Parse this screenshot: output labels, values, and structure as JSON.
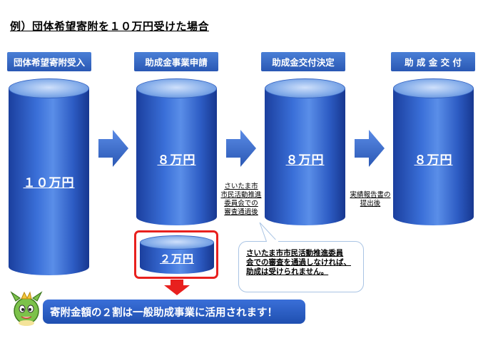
{
  "title": "例）団体希望寄附を１０万円受けた場合",
  "stages": [
    {
      "label": "団体希望寄附受入",
      "amount": "１０万円"
    },
    {
      "label": "助成金事業申請",
      "amount": "８万円"
    },
    {
      "label": "助成金交付決定",
      "amount": "８万円"
    },
    {
      "label": "助 成 金 交 付",
      "amount": "８万円"
    }
  ],
  "split_amount": "２万円",
  "notes": {
    "committee_review": [
      "さいたま市",
      "市民活動推進",
      "委員会での",
      "審査通過後"
    ],
    "report_submitted": [
      "実績報告書の",
      "提出後"
    ]
  },
  "callout": {
    "lines": [
      "さいたま市市民活動推進委員",
      "会での審査を通過しなければ、",
      "助成は受けられません。"
    ]
  },
  "banner": "寄附金額の２割は一般助成事業に活用されます！",
  "colors": {
    "accent": "#2a58b4",
    "alert": "#e8201e"
  }
}
